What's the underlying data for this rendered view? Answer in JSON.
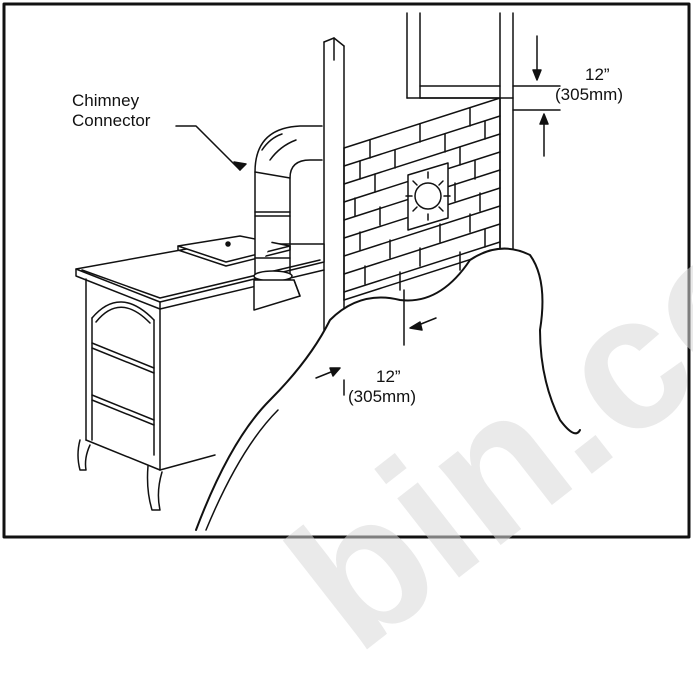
{
  "labels": {
    "chimney_connector_line1": "Chimney",
    "chimney_connector_line2": "Connector",
    "top_clearance_value": "12”",
    "top_clearance_metric": "(305mm)",
    "side_clearance_value": "12”",
    "side_clearance_metric": "(305mm)"
  },
  "watermark": {
    "text": "bin.co"
  },
  "colors": {
    "line": "#111111",
    "background": "#ffffff",
    "watermark": "#d9d9d9"
  }
}
